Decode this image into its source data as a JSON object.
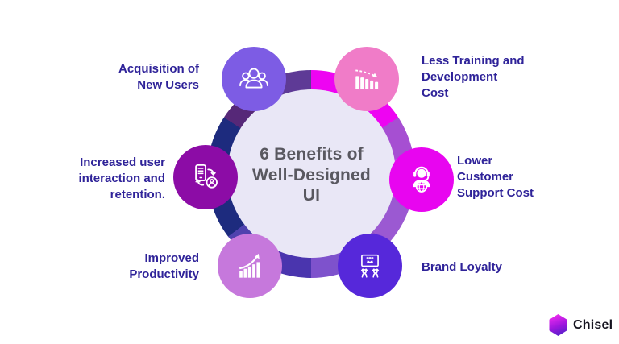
{
  "title": {
    "text": "6 Benefits of\nWell-Designed\nUI"
  },
  "colors": {
    "label_text": "#2f2399",
    "title_text": "#595860",
    "center_fill": "#e9e7f6",
    "logo_text": "#15131f"
  },
  "benefits": [
    {
      "label": "Acquisition of\nNew Users",
      "icon": "users-group-icon",
      "color": "#7d5ce4"
    },
    {
      "label": "Less Training and\nDevelopment\nCost",
      "icon": "declining-bar-chart-icon",
      "color": "#f07cc8"
    },
    {
      "label": "Lower\nCustomer\nSupport Cost",
      "icon": "customer-support-icon",
      "color": "#e805f0"
    },
    {
      "label": "Brand Loyalty",
      "icon": "brand-loyalty-icon",
      "color": "#5628da"
    },
    {
      "label": "Improved\nProductivity",
      "icon": "growth-chart-icon",
      "color": "#c678dc"
    },
    {
      "label": "Increased user\ninteraction and\nretention.",
      "icon": "phone-user-sync-icon",
      "color": "#8c0ca6"
    }
  ],
  "logo": {
    "text": "Chisel"
  }
}
